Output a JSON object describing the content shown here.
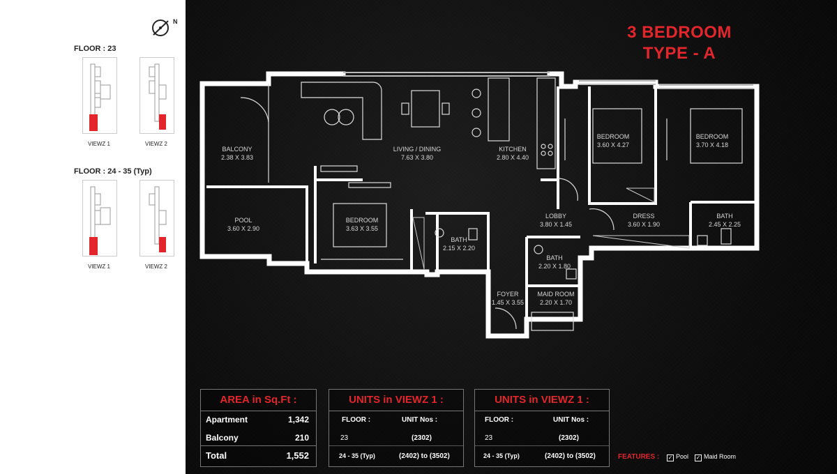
{
  "title": {
    "line1": "3 BEDROOM",
    "line2": "TYPE - A"
  },
  "key_plans": [
    {
      "floor_label": "FLOOR : 23",
      "views": [
        "VIEWZ 1",
        "VIEWZ 2"
      ]
    },
    {
      "floor_label": "FLOOR : 24 - 35 (Typ)",
      "views": [
        "VIEWZ 1",
        "VIEWZ 2"
      ]
    }
  ],
  "compass_letter": "N",
  "rooms": {
    "balcony": {
      "name": "BALCONY",
      "size": "2.38 X 3.83"
    },
    "living": {
      "name": "LIVING / DINING",
      "size": "7.63 X 3.80"
    },
    "kitchen": {
      "name": "KITCHEN",
      "size": "2.80 X 4.40"
    },
    "bed1": {
      "name": "BEDROOM",
      "size": "3.60 X 4.27"
    },
    "bed2": {
      "name": "BEDROOM",
      "size": "3.70 X 4.18"
    },
    "pool": {
      "name": "POOL",
      "size": "3.60 X 2.90"
    },
    "bed3": {
      "name": "BEDROOM",
      "size": "3.63 X 3.55"
    },
    "bath1": {
      "name": "BATH",
      "size": "2.15 X 2.20"
    },
    "lobby": {
      "name": "LOBBY",
      "size": "3.80 X 1.45"
    },
    "dress": {
      "name": "DRESS",
      "size": "3.60 X 1.90"
    },
    "bath3": {
      "name": "BATH",
      "size": "2.45 X 2.25"
    },
    "bath2": {
      "name": "BATH",
      "size": "2.20 X 1.80"
    },
    "foyer": {
      "name": "FOYER",
      "size": "1.45 X 3.55"
    },
    "maid": {
      "name": "MAID ROOM",
      "size": "2.20 X 1.70"
    }
  },
  "area_table": {
    "header": "AREA in Sq.Ft :",
    "rows": [
      {
        "label": "Apartment",
        "value": "1,342"
      },
      {
        "label": "Balcony",
        "value": "210"
      },
      {
        "label": "Total",
        "value": "1,552"
      }
    ]
  },
  "units_tables": [
    {
      "header": "UNITS in VIEWZ 1 :",
      "col_floor": "FLOOR :",
      "col_units": "UNIT Nos :",
      "rows": [
        {
          "floor": "23",
          "units": "(2302)"
        },
        {
          "floor": "24 - 35 (Typ)",
          "units": "(2402) to (3502)"
        }
      ]
    },
    {
      "header": "UNITS in VIEWZ 1 :",
      "col_floor": "FLOOR :",
      "col_units": "UNIT Nos :",
      "rows": [
        {
          "floor": "23",
          "units": "(2302)"
        },
        {
          "floor": "24 - 35 (Typ)",
          "units": "(2402) to (3502)"
        }
      ]
    }
  ],
  "features": {
    "label": "FEATURES :",
    "items": [
      "Pool",
      "Maid Room"
    ]
  },
  "colors": {
    "accent": "#e3262b",
    "background": "#0c0c0c",
    "walls": "#ffffff"
  }
}
